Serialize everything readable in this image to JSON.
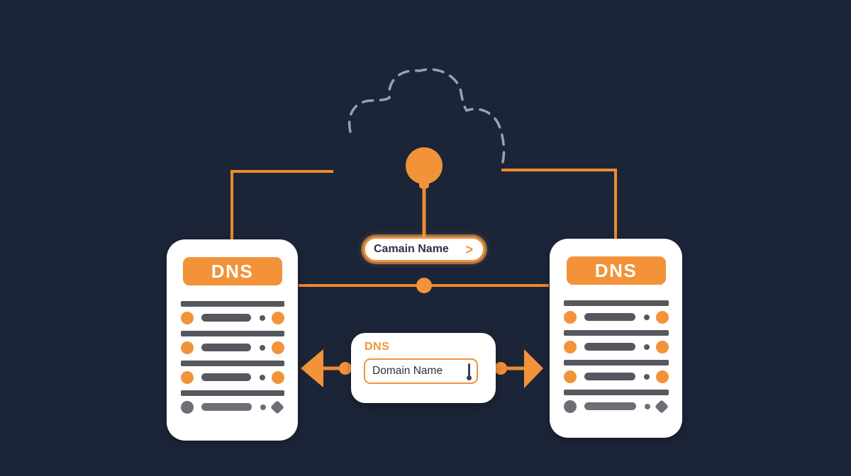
{
  "colors": {
    "background": "#1C2538",
    "accent": "#F2933A",
    "accentline": "#EE8A2D",
    "gray": "#55585E",
    "graymuted": "#6C6F75",
    "panel": "#FFFFFF",
    "ink": "#2B3242",
    "cloud": "#93A2BA"
  },
  "query_pill": {
    "label": "Camain Name",
    "chevron": ">"
  },
  "resolver_box": {
    "title": "DNS",
    "input_value": "Domain Name"
  },
  "left_panel": {
    "title": "DNS",
    "records": [
      {
        "lead": "orange",
        "tail": "orange"
      },
      {
        "lead": "orange",
        "tail": "orange"
      },
      {
        "lead": "orange",
        "tail": "orange"
      },
      {
        "lead": "gray",
        "tail": "diamond"
      }
    ]
  },
  "right_panel": {
    "title": "DNS",
    "records": [
      {
        "lead": "orange",
        "tail": "orange"
      },
      {
        "lead": "orange",
        "tail": "orange"
      },
      {
        "lead": "orange",
        "tail": "orange"
      },
      {
        "lead": "gray",
        "tail": "diamond"
      }
    ]
  }
}
